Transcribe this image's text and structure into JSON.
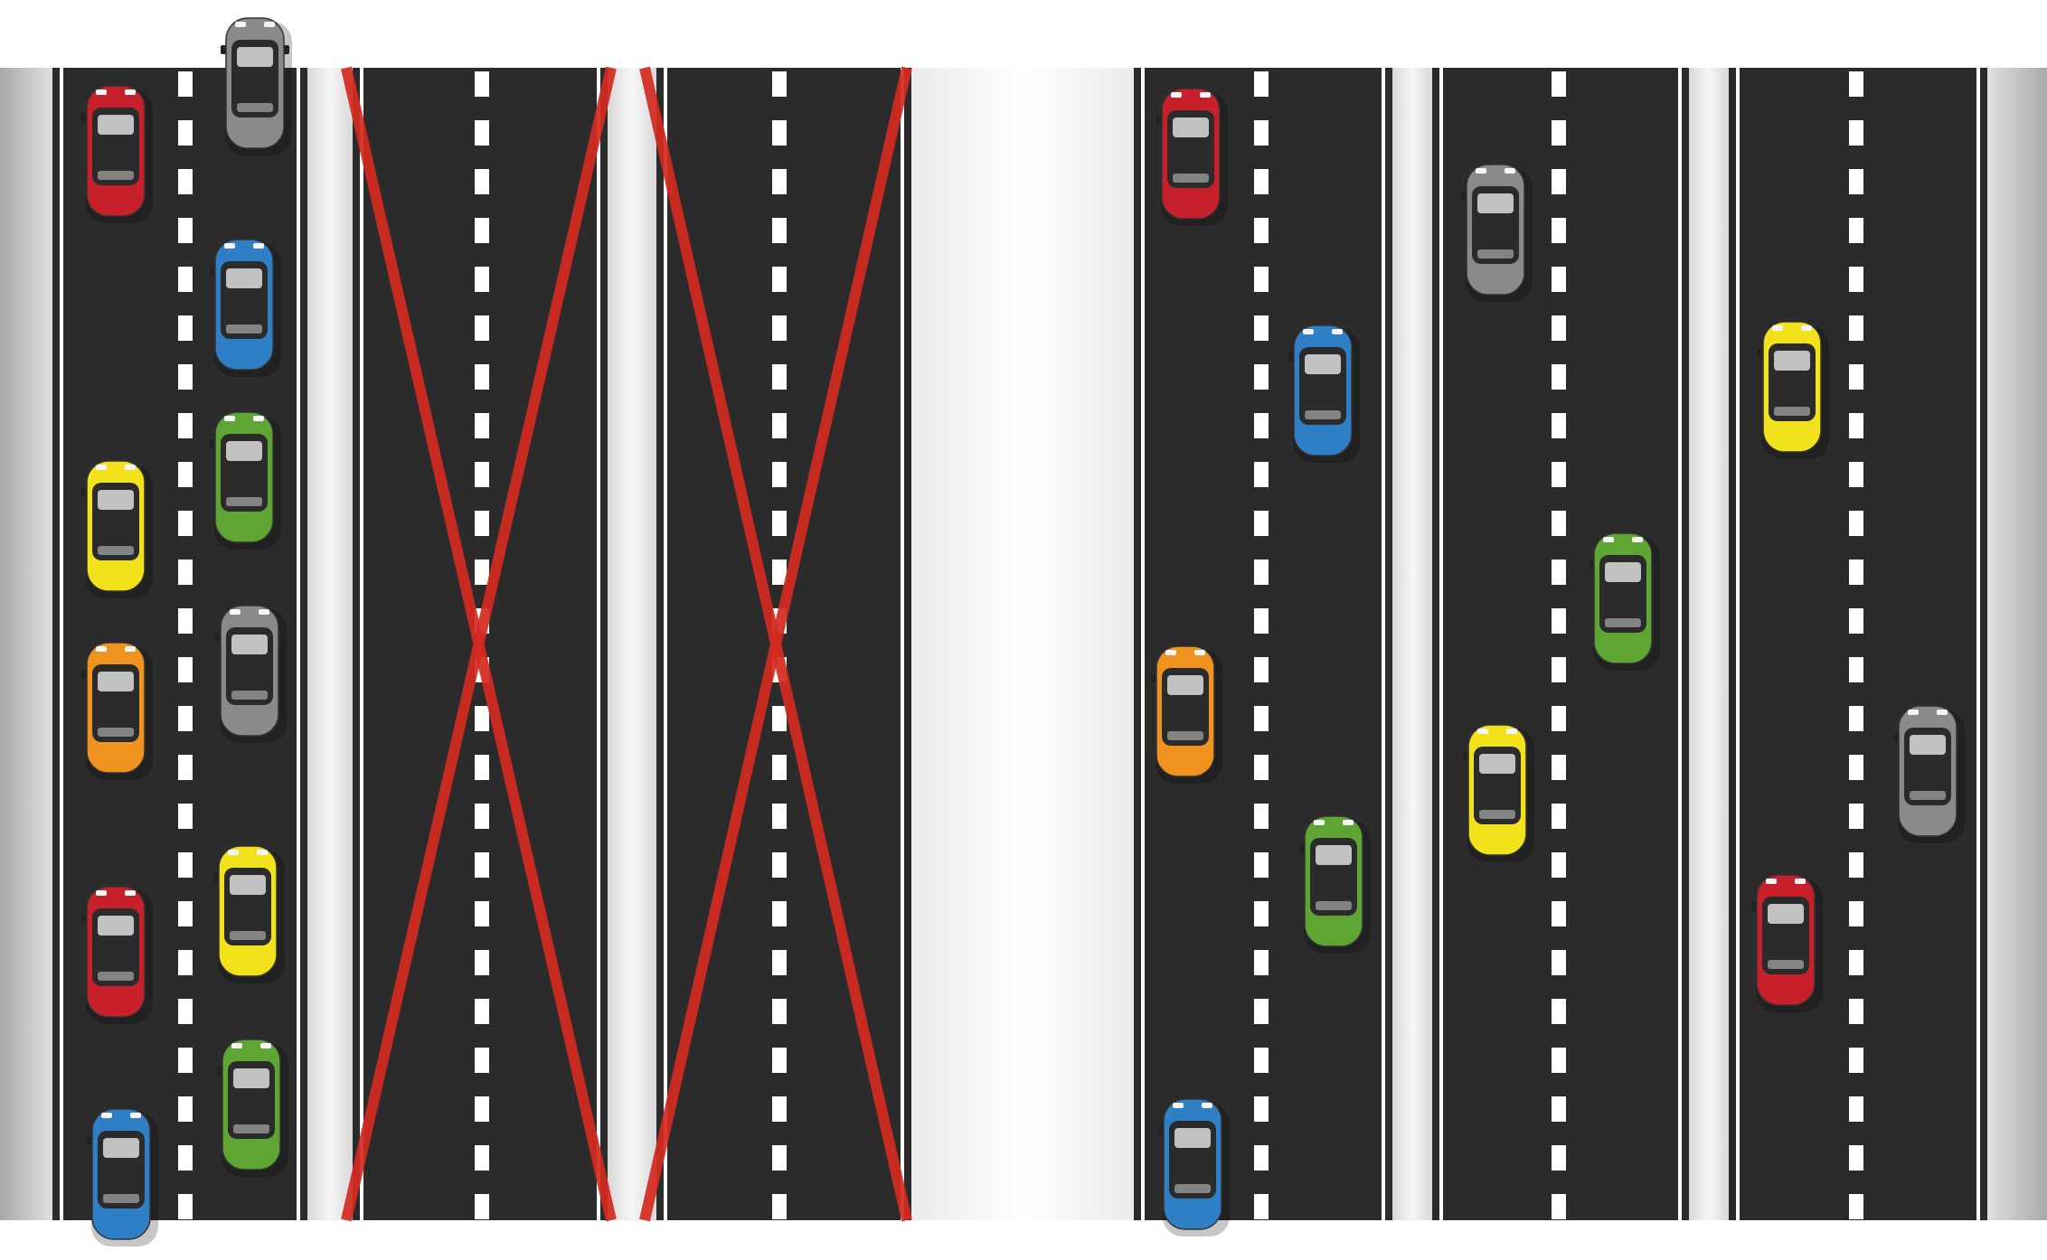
{
  "scene": {
    "description_type": "top-down traffic illustration",
    "colors": {
      "background": "#ffffff",
      "asphalt": "#2b2b2b",
      "lane_marking": "#ffffff",
      "closure_mark": "#d42a20",
      "shoulder": "#bdbdbd"
    },
    "sections": [
      {
        "side": "left",
        "roads": [
          {
            "state": "congested",
            "lanes": 2
          },
          {
            "state": "closed",
            "lanes": 2
          },
          {
            "state": "closed",
            "lanes": 2
          }
        ]
      },
      {
        "side": "right",
        "roads": [
          {
            "state": "open",
            "lanes": 2
          },
          {
            "state": "open",
            "lanes": 2
          },
          {
            "state": "open",
            "lanes": 2
          }
        ]
      }
    ],
    "vehicles": {
      "left_road": [
        "red",
        "gray",
        "blue",
        "yellow",
        "green",
        "orange",
        "gray",
        "yellow",
        "red",
        "green",
        "blue"
      ],
      "right_road_1": [
        "red",
        "blue",
        "orange",
        "green",
        "blue"
      ],
      "right_road_2": [
        "gray",
        "green",
        "yellow"
      ],
      "right_road_3": [
        "yellow",
        "gray",
        "red"
      ]
    },
    "vehicle_colors": {
      "red": "#c8202a",
      "gray": "#8a8a8a",
      "blue": "#2f7fc6",
      "yellow": "#f2e21c",
      "green": "#5ea534",
      "orange": "#f0921e"
    }
  }
}
